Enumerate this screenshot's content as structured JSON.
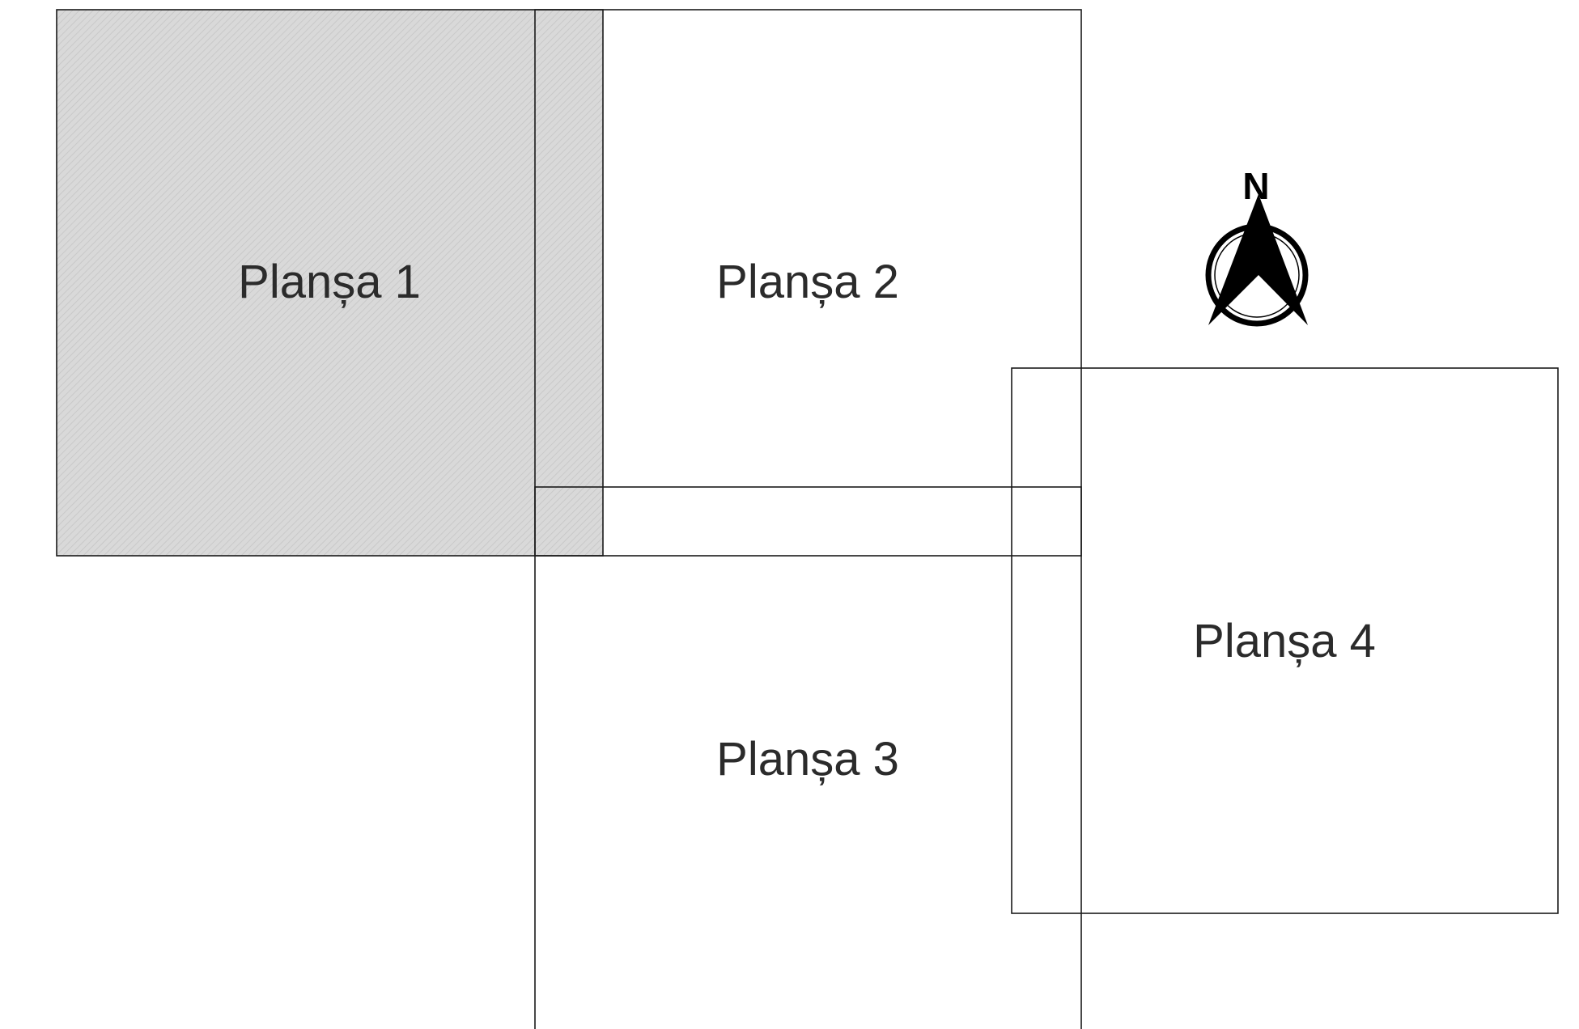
{
  "sheets": [
    {
      "label": "Planșa 1",
      "highlighted": true
    },
    {
      "label": "Planșa 2",
      "highlighted": false
    },
    {
      "label": "Planșa 3",
      "highlighted": false
    },
    {
      "label": "Planșa 4",
      "highlighted": false
    }
  ],
  "north_arrow": {
    "letter": "N",
    "icon": "north-arrow-icon"
  },
  "colors": {
    "highlight_fill": "#d9d9d9",
    "highlight_hatch": "#bdbdbd",
    "stroke": "#1a1a1a",
    "label": "#2b2b2b"
  }
}
